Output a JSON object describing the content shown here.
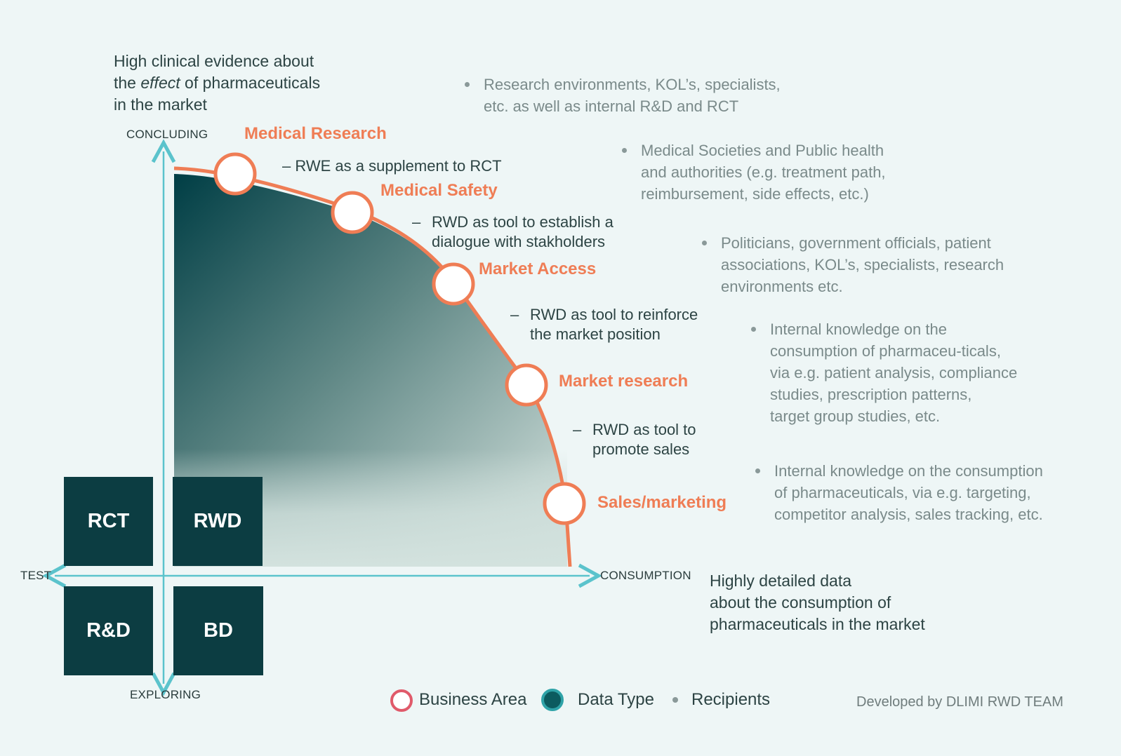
{
  "intro": {
    "line1": "High clinical evidence about",
    "line2_pre": "the ",
    "line2_em": "effect",
    "line2_post": " of pharmaceuticals",
    "line3": "in the market"
  },
  "axes": {
    "top": "CONCLUDING",
    "bottom": "EXPLORING",
    "left": "TEST",
    "right": "CONSUMPTION"
  },
  "consumption_note": {
    "line1": "Highly detailed data",
    "line2": "about the consumption of",
    "line3": "pharmaceuticals in the market"
  },
  "business_areas": [
    {
      "title": "Medical Research",
      "desc1": "– RWE as a supplement to RCT",
      "desc2": ""
    },
    {
      "title": "Medical Safety",
      "desc1": "RWD as tool to establish a",
      "desc2": "dialogue with stakholders"
    },
    {
      "title": "Market Access",
      "desc1": "RWD as tool to reinforce",
      "desc2": "the market position"
    },
    {
      "title": "Market research",
      "desc1": "RWD as tool to",
      "desc2": "promote sales"
    },
    {
      "title": "Sales/marketing",
      "desc1": "",
      "desc2": ""
    }
  ],
  "dash": "–",
  "recipients": [
    {
      "lines": [
        "Research environments, KOL’s, specialists,",
        "etc. as well as internal R&D and RCT"
      ]
    },
    {
      "lines": [
        "Medical Societies and Public health",
        "and authorities (e.g. treatment path,",
        "reimbursement, side effects, etc.)"
      ]
    },
    {
      "lines": [
        "Politicians, government officials, patient",
        "associations, KOL’s, specialists, research",
        "environments etc."
      ]
    },
    {
      "lines": [
        "Internal knowledge on the",
        "consumption of pharmaceu-ticals,",
        "via e.g. patient analysis, compliance",
        "studies, prescription patterns,",
        "target group studies, etc."
      ]
    },
    {
      "lines": [
        "Internal knowledge on the consumption",
        "of pharmaceuticals, via e.g. targeting,",
        "competitor analysis, sales tracking, etc."
      ]
    }
  ],
  "tiles": {
    "rct": "RCT",
    "rwd": "RWD",
    "rd": "R&D",
    "bd": "BD"
  },
  "legend": {
    "business_area": "Business Area",
    "data_type": "Data Type",
    "recipients": "Recipients"
  },
  "credit": "Developed by DLIMI RWD TEAM",
  "colors": {
    "accent": "#ef7d55",
    "teal_dark": "#0c3d42",
    "axis": "#5bc3cc",
    "background": "#eef6f6"
  }
}
